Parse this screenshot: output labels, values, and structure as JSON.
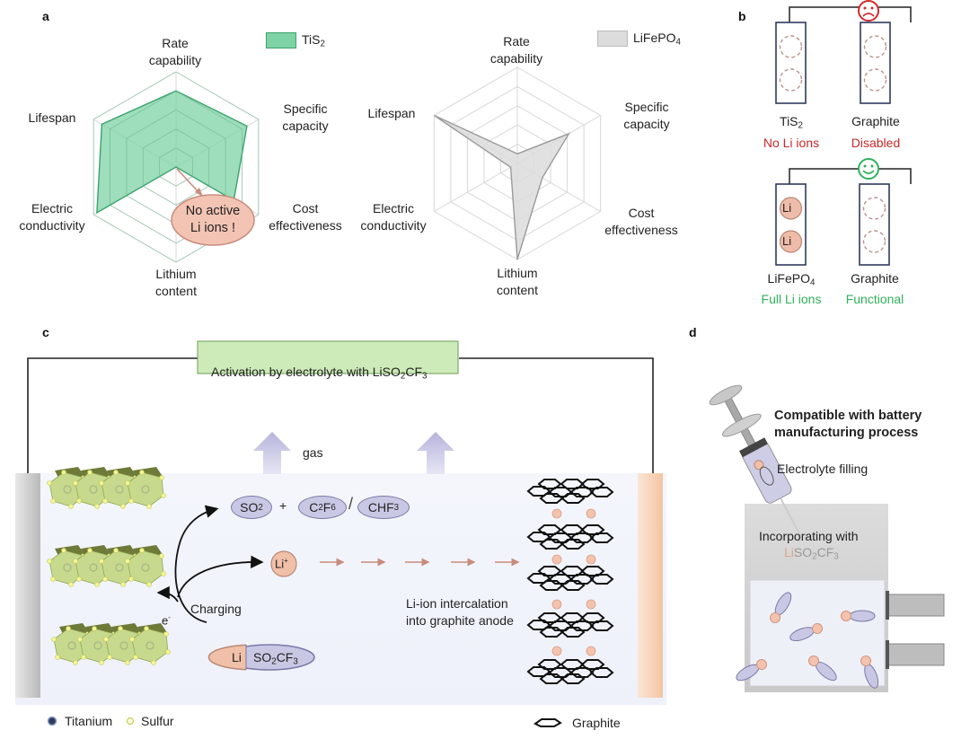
{
  "panels": {
    "a": "a",
    "b": "b",
    "c": "c",
    "d": "d"
  },
  "chart_data": [
    {
      "type": "radar",
      "title": "",
      "legend": "TiS₂",
      "legend_position": "top-right",
      "color": "#7ed3a6",
      "axes": [
        "Rate capability",
        "Specific capacity",
        "Cost effectiveness",
        "Lithium content",
        "Electric conductivity",
        "Lifespan"
      ],
      "values": [
        4,
        4.3,
        3.5,
        0,
        4.8,
        4.5
      ],
      "range": [
        0,
        5
      ],
      "rings": 5,
      "annotation": "No active Li ions !"
    },
    {
      "type": "radar",
      "title": "",
      "legend": "LiFePO₄",
      "legend_position": "top-right",
      "color": "#dcdcdc",
      "axes": [
        "Rate capability",
        "Specific capacity",
        "Cost effectiveness",
        "Lithium content",
        "Electric conductivity",
        "Lifespan"
      ],
      "values": [
        0.5,
        3.1,
        1.5,
        5,
        0.4,
        5
      ],
      "range": [
        0,
        5
      ],
      "rings": 5
    }
  ],
  "radar_labels": {
    "rate1": "Rate",
    "rate2": "capability",
    "spec1": "Specific",
    "spec2": "capacity",
    "cost1": "Cost",
    "cost2": "effectiveness",
    "li1": "Lithium",
    "li2": "content",
    "elec1": "Electric",
    "elec2": "conductivity",
    "life": "Lifespan"
  },
  "legend_a": {
    "tis2_base": "TiS",
    "tis2_sub": "2",
    "lfp_base": "LiFePO",
    "lfp_sub": "4"
  },
  "bubble": {
    "line1": "No active",
    "line2": "Li ions !"
  },
  "panel_b": {
    "top": {
      "face": "sad",
      "face_color": "#d0282c",
      "left_name_base": "TiS",
      "left_name_sub": "2",
      "right_name": "Graphite",
      "left_state": "No Li ions",
      "right_state": "Disabled"
    },
    "bottom": {
      "face": "happy",
      "face_color": "#2fb15a",
      "left_name_base": "LiFePO",
      "left_name_sub": "4",
      "right_name": "Graphite",
      "left_state": "Full Li ions",
      "right_state": "Functional",
      "li_label": "Li"
    }
  },
  "panel_c": {
    "activation_base": "Activation by electrolyte with LiSO",
    "activation_sub1": "2",
    "activation_mid": "CF",
    "activation_sub2": "3",
    "gas": "gas",
    "so2_base": "SO",
    "so2_sub": "2",
    "plus": "+",
    "c2f6_a": "C",
    "c2f6_s1": "2",
    "c2f6_b": "F",
    "c2f6_s2": "6",
    "slash": "/",
    "chf3_base": "CHF",
    "chf3_sub": "3",
    "li_ion": "Li",
    "li_ion_sup": "+",
    "charging": "Charging",
    "electron": "e",
    "electron_sup": "-",
    "salt_li": "Li",
    "salt_base": "SO",
    "salt_sub1": "2",
    "salt_mid": "CF",
    "salt_sub2": "3",
    "intercalation1": "Li-ion intercalation",
    "intercalation2": "into graphite anode",
    "legend_titanium": "Titanium",
    "legend_sulfur": "Sulfur",
    "legend_graphite": "Graphite"
  },
  "panel_d": {
    "title1": "Compatible with battery",
    "title2": "manufacturing process",
    "filling": "Electrolyte filling",
    "incorporating": "Incorporating with",
    "salt_li": "Li",
    "salt_base": "SO",
    "salt_sub1": "2",
    "salt_mid": "CF",
    "salt_sub2": "3"
  },
  "colors": {
    "tis2_fill": "#7ed3a6",
    "tis2_stroke": "#3aa36c",
    "lfp_fill": "#dcdcdc",
    "li_pink": "#f0c0a8",
    "molecule_purple": "#c9c8e4",
    "activation_box": "#cdebb8",
    "anode_copper": "#f5c9a8"
  }
}
